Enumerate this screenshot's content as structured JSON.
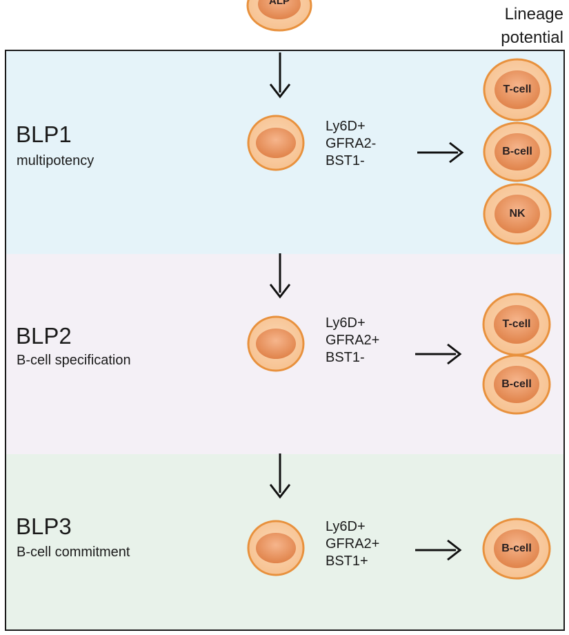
{
  "top_cell": {
    "label": "ALP"
  },
  "header": {
    "line1": "Lineage",
    "line2": "potential"
  },
  "stages": [
    {
      "title": "BLP1",
      "subtitle": "multipotency",
      "markers": [
        "Ly6D+",
        "GFRA2-",
        "BST1-"
      ],
      "lineages": [
        "T-cell",
        "B-cell",
        "NK"
      ]
    },
    {
      "title": "BLP2",
      "subtitle": "B-cell specification",
      "markers": [
        "Ly6D+",
        "GFRA2+",
        "BST1-"
      ],
      "lineages": [
        "T-cell",
        "B-cell"
      ]
    },
    {
      "title": "BLP3",
      "subtitle": "B-cell commitment",
      "markers": [
        "Ly6D+",
        "GFRA2+",
        "BST1+"
      ],
      "lineages": [
        "B-cell"
      ]
    }
  ],
  "colors": {
    "blp1_bg": "#e5f3f9",
    "blp2_bg": "#f4f0f6",
    "blp3_bg": "#e8f2ea",
    "cell_outer": "#f8c99a",
    "cell_border": "#e8913d",
    "cell_nucleus": "#e59157"
  }
}
